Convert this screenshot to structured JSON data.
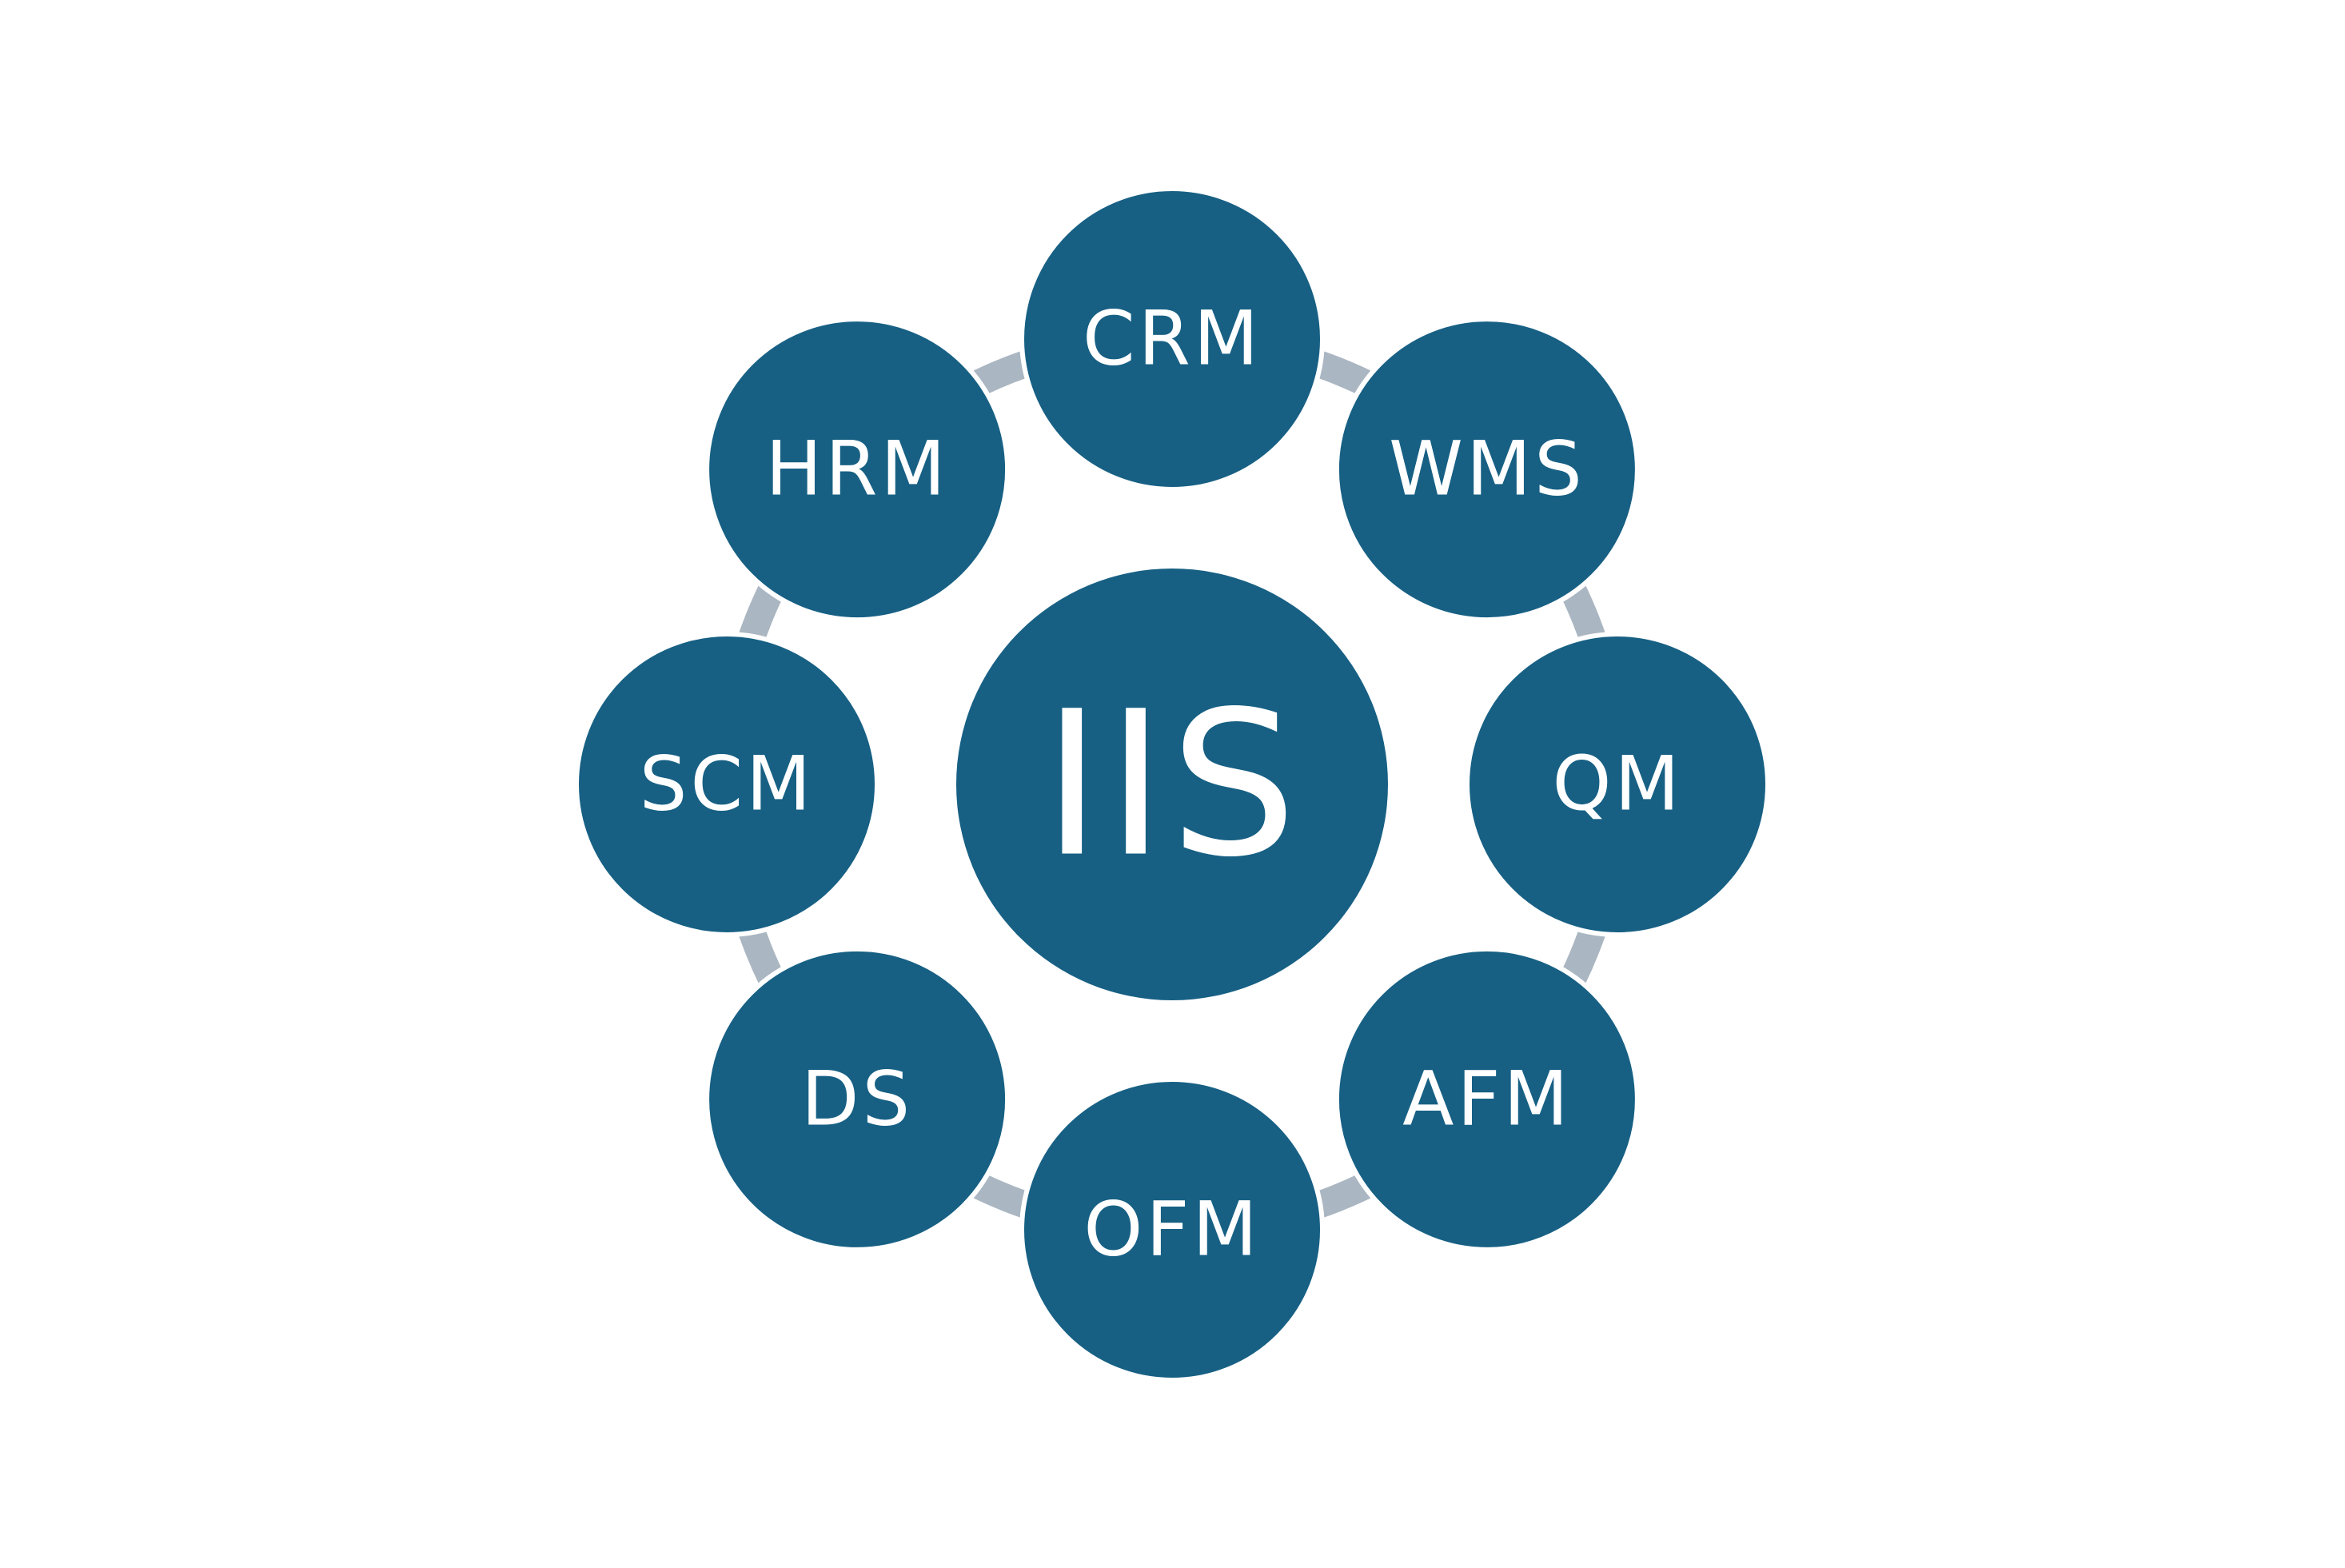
{
  "colors": {
    "node_fill": "#176084",
    "node_border": "#ffffff",
    "ring": "#aab6c2",
    "background": "#ffffff",
    "label": "#ffffff"
  },
  "center": {
    "label": "IIS"
  },
  "nodes": [
    {
      "label": "CRM"
    },
    {
      "label": "WMS"
    },
    {
      "label": "QM"
    },
    {
      "label": "AFM"
    },
    {
      "label": "OFM"
    },
    {
      "label": "DS"
    },
    {
      "label": "SCM"
    },
    {
      "label": "HRM"
    }
  ]
}
